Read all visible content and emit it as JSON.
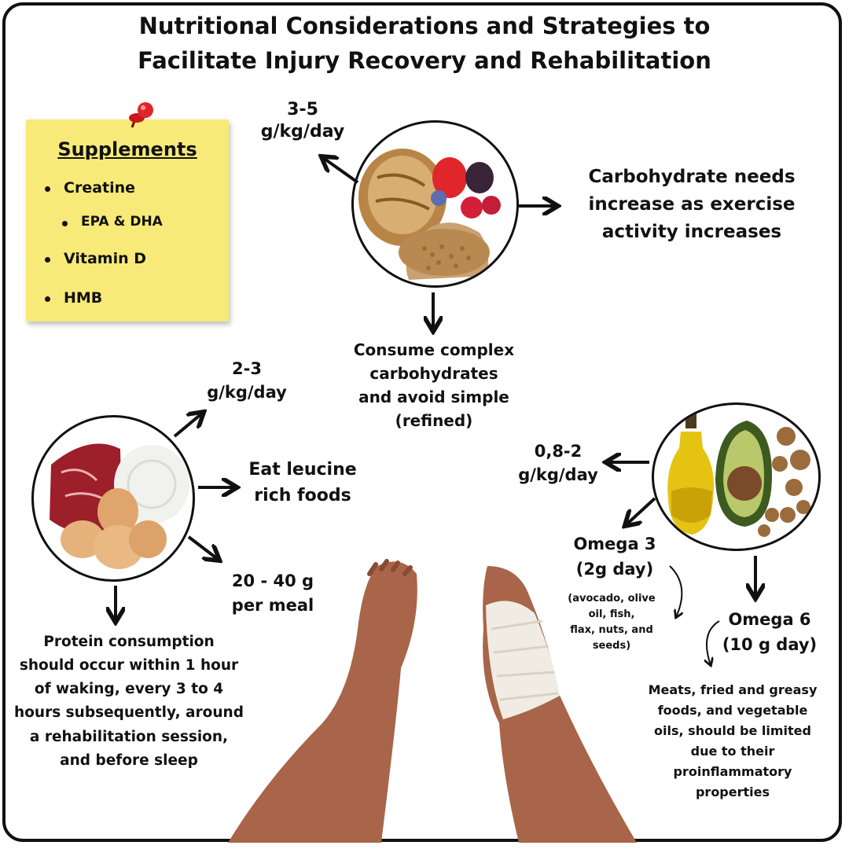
{
  "title": {
    "line1": "Nutritional Considerations and Strategies to",
    "line2": "Facilitate Injury Recovery and Rehabilitation"
  },
  "supplements": {
    "heading": "Supplements",
    "items": [
      "Creatine",
      "EPA & DHA",
      "Vitamin D",
      "HMB"
    ]
  },
  "carbohydrates": {
    "dose_line1": "3-5",
    "dose_line2": "g/kg/day",
    "needs_line1": "Carbohydrate needs",
    "needs_line2": "increase as exercise",
    "needs_line3": "activity increases",
    "advice_line1": "Consume complex",
    "advice_line2": "carbohydrates",
    "advice_line3": "and avoid simple",
    "advice_line4": "(refined)"
  },
  "protein": {
    "dose_line1": "2-3",
    "dose_line2": "g/kg/day",
    "leucine_line1": "Eat leucine",
    "leucine_line2": "rich foods",
    "meal_line1": "20 - 40 g",
    "meal_line2": "per meal",
    "timing_lines": [
      "Protein consumption",
      "should occur within 1 hour",
      "of waking, every 3 to 4",
      "hours subsequently, around",
      "a rehabilitation session,",
      "and before sleep"
    ]
  },
  "fats": {
    "dose_line1": "0,8-2",
    "dose_line2": "g/kg/day",
    "omega3_line1": "Omega 3",
    "omega3_line2": "(2g day)",
    "omega3_sources": [
      "(avocado, olive",
      "oil, fish,",
      "flax, nuts, and",
      "seeds)"
    ],
    "omega6_line1": "Omega 6",
    "omega6_line2": "(10 g day)",
    "omega6_note": [
      "Meats, fried and greasy",
      "foods, and vegetable",
      "oils, should be limited",
      "due to their",
      "proinflammatory",
      "properties"
    ]
  }
}
